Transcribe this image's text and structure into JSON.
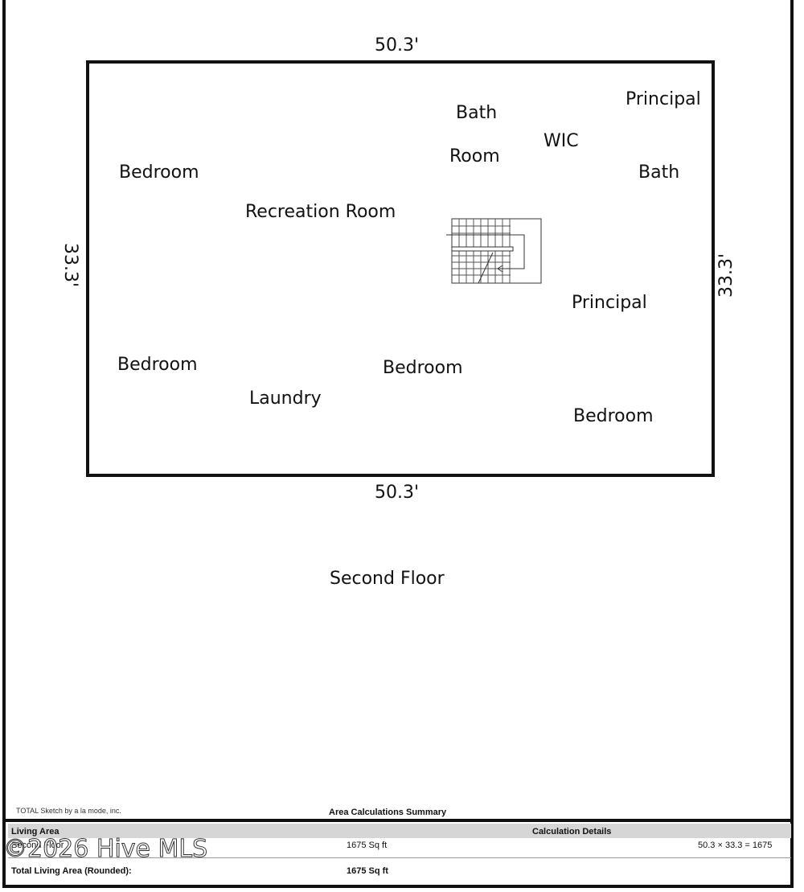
{
  "dimensions": {
    "top": "50.3'",
    "bottom": "50.3'",
    "left": "33.3'",
    "right": "33.3'"
  },
  "rooms": {
    "bedroom_nw": "Bedroom",
    "recreation_room": "Recreation Room",
    "bath_room_line1": "Bath",
    "bath_room_line2": "Room",
    "wic": "WIC",
    "principal_bath_line1": "Principal",
    "principal_bath_line2": "Bath",
    "principal": "Principal",
    "bedroom_sw": "Bedroom",
    "laundry": "Laundry",
    "bedroom_center": "Bedroom",
    "bedroom_se": "Bedroom"
  },
  "floor_title": "Second Floor",
  "summary": {
    "credit": "TOTAL Sketch by a la mode, inc.",
    "title": "Area Calculations Summary",
    "living_area_label": "Living Area",
    "calc_details_label": "Calculation Details",
    "row_label": "Second Floor",
    "row_area": "1675 Sq ft",
    "row_calc": "50.3 × 33.3 = 1675",
    "total_label": "Total Living Area (Rounded):",
    "total_area": "1675 Sq ft"
  },
  "watermark": "©2026 Hive MLS"
}
